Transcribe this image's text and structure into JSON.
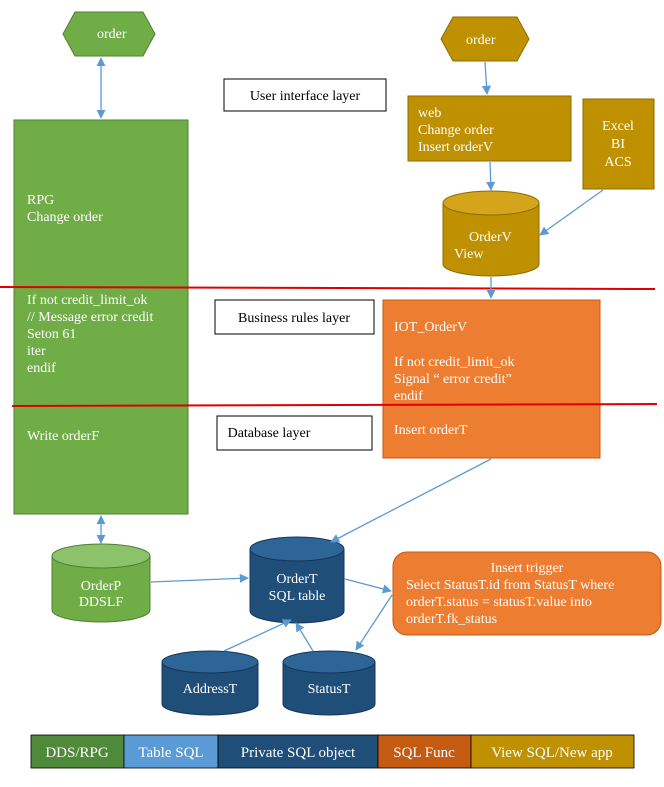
{
  "colors": {
    "green": "#70ad47",
    "green_border": "#507e32",
    "gold": "#bf9000",
    "gold_border": "#8f6b00",
    "orange": "#ed7d31",
    "orange_border": "#c55a11",
    "navy": "#1f4e79",
    "navy_top": "#2e6597",
    "blue": "#5b9bd5",
    "arrow": "#5b9bd5",
    "red_line": "#e00000"
  },
  "left": {
    "order_tag": "order",
    "rpg_box": {
      "title": "RPG",
      "change": "Change order",
      "rules": [
        "If not credit_limit_ok",
        "// Message error credit",
        "Seton 61",
        "iter",
        "endif"
      ],
      "write": "Write orderF"
    },
    "orderp_cylinder": [
      "OrderP",
      "DDSLF"
    ]
  },
  "right": {
    "order_tag": "order",
    "web_box": [
      "web",
      "Change order",
      "Insert orderV"
    ],
    "excel_box": [
      "Excel",
      "BI",
      "ACS"
    ],
    "orderv_cylinder": [
      "OrderV",
      "View"
    ],
    "iot_box": {
      "title": "IOT_OrderV",
      "rules": [
        "If not credit_limit_ok",
        "Signal “ error credit”",
        "endif"
      ],
      "insert": "Insert orderT"
    }
  },
  "layers": {
    "ui": "User interface layer",
    "business": "Business rules layer",
    "database": "Database layer"
  },
  "db": {
    "ordert_cylinder": [
      "OrderT",
      "SQL table"
    ],
    "addresst_cylinder": "AddressT",
    "statust_cylinder": "StatusT",
    "trigger": {
      "title": "Insert trigger",
      "lines": [
        "Select StatusT.id from StatusT where",
        "orderT.status = statusT.value into",
        "orderT.fk_status"
      ]
    }
  },
  "legend": [
    {
      "label": "DDS/RPG",
      "color": "#4e8a3a"
    },
    {
      "label": "Table SQL",
      "color": "#5b9bd5"
    },
    {
      "label": "Private SQL object",
      "color": "#1f4e79"
    },
    {
      "label": "SQL Func",
      "color": "#c55a11"
    },
    {
      "label": "View SQL/New app",
      "color": "#bf9000"
    }
  ]
}
